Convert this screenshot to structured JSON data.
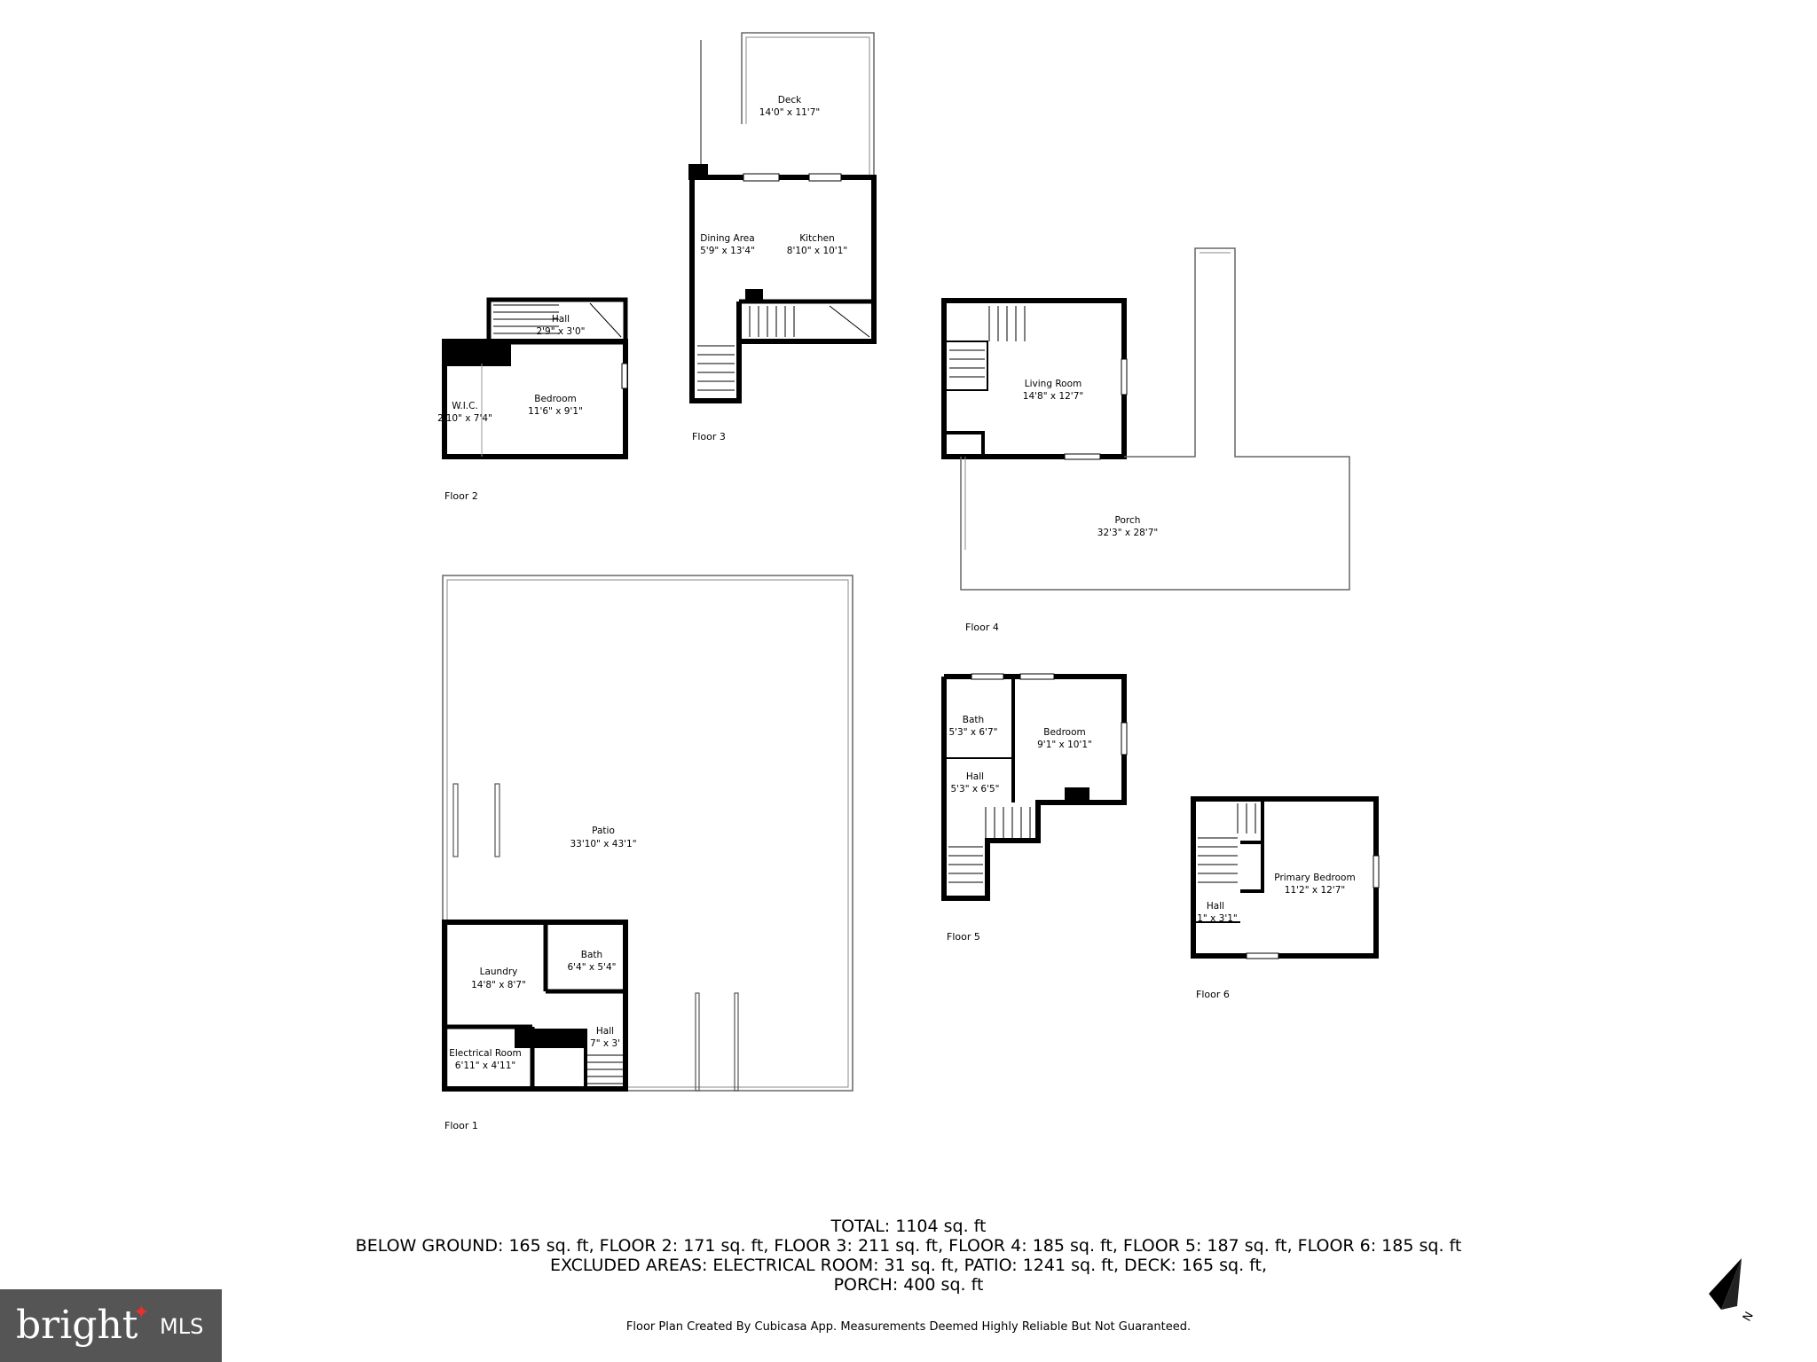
{
  "floors": [
    {
      "label": "Floor 1",
      "rooms": [
        {
          "name": "Patio",
          "size": "33'10\" x 43'1\""
        },
        {
          "name": "Laundry",
          "size": "14'8\" x 8'7\""
        },
        {
          "name": "Bath",
          "size": "6'4\" x 5'4\""
        },
        {
          "name": "Hall",
          "size": "7\" x 3'"
        },
        {
          "name": "Electrical Room",
          "size": "6'11\" x 4'11\""
        }
      ]
    },
    {
      "label": "Floor 2",
      "rooms": [
        {
          "name": "Hall",
          "size": "2'9\" x 3'0\""
        },
        {
          "name": "Bedroom",
          "size": "11'6\" x 9'1\""
        },
        {
          "name": "W.I.C.",
          "size": "2'10\" x 7'4\""
        }
      ]
    },
    {
      "label": "Floor 3",
      "rooms": [
        {
          "name": "Deck",
          "size": "14'0\" x 11'7\""
        },
        {
          "name": "Dining Area",
          "size": "5'9\" x 13'4\""
        },
        {
          "name": "Kitchen",
          "size": "8'10\" x 10'1\""
        }
      ]
    },
    {
      "label": "Floor 4",
      "rooms": [
        {
          "name": "Living Room",
          "size": "14'8\" x 12'7\""
        },
        {
          "name": "Porch",
          "size": "32'3\" x 28'7\""
        }
      ]
    },
    {
      "label": "Floor 5",
      "rooms": [
        {
          "name": "Bath",
          "size": "5'3\" x 6'7\""
        },
        {
          "name": "Bedroom",
          "size": "9'1\" x 10'1\""
        },
        {
          "name": "Hall",
          "size": "5'3\" x 6'5\""
        }
      ]
    },
    {
      "label": "Floor 6",
      "rooms": [
        {
          "name": "Primary Bedroom",
          "size": "11'2\" x 12'7\""
        },
        {
          "name": "Hall",
          "size": "1\" x 3'1\""
        }
      ]
    }
  ],
  "summary": {
    "total": "TOTAL: 1104 sq. ft",
    "line2": "BELOW GROUND: 165 sq. ft, FLOOR 2: 171 sq. ft, FLOOR 3: 211 sq. ft, FLOOR 4: 185 sq. ft, FLOOR 5: 187 sq. ft, FLOOR 6: 185 sq. ft",
    "line3": "EXCLUDED AREAS: ELECTRICAL ROOM: 31 sq. ft, PATIO: 1241 sq. ft, DECK: 165 sq. ft,",
    "line4": "PORCH: 400 sq. ft"
  },
  "credit": "Floor Plan Created By Cubicasa App. Measurements Deemed Highly Reliable But Not Guaranteed.",
  "logo": {
    "brand": "bright",
    "suffix": "MLS"
  },
  "compass": {
    "letter": "N",
    "icon": "north-arrow-icon"
  },
  "colors": {
    "wall": "#000000",
    "thin_wall": "#555555",
    "logo_bg": "#555555",
    "logo_accent": "#e8312f"
  }
}
